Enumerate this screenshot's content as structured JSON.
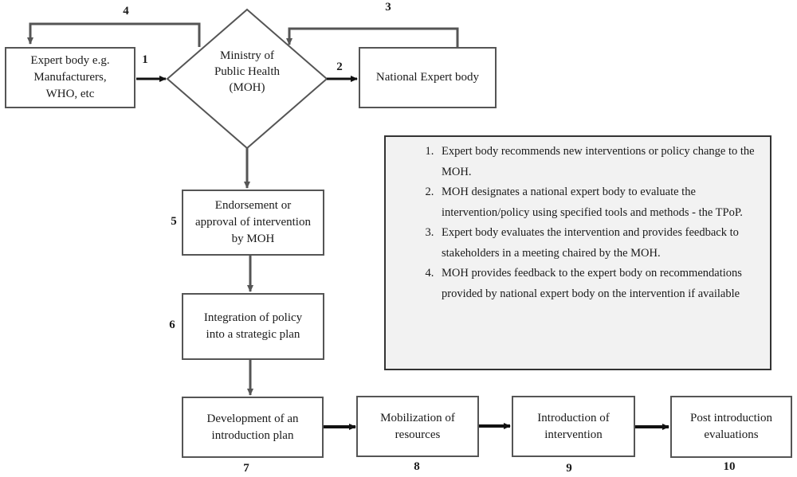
{
  "nodes": {
    "expert_body": "Expert body e.g.\nManufacturers,\nWHO, etc",
    "moh": "Ministry of\nPublic Health\n(MOH)",
    "national_expert": "National Expert body",
    "endorsement": "Endorsement or\napproval of intervention\nby MOH",
    "integration": "Integration of policy\ninto a strategic plan",
    "development": "Development of an\nintroduction plan",
    "mobilization": "Mobilization of\nresources",
    "introduction": "Introduction of\nintervention",
    "post": "Post introduction\nevaluations"
  },
  "step_numbers": {
    "n1": "1",
    "n2": "2",
    "n3": "3",
    "n4": "4",
    "n5": "5",
    "n6": "6",
    "n7": "7",
    "n8": "8",
    "n9": "9",
    "n10": "10"
  },
  "legend": [
    "Expert body recommends new interventions or policy change to the MOH.",
    "MOH designates a national expert body to evaluate the intervention/policy using specified tools and methods - the TPoP.",
    "Expert body evaluates the intervention and provides feedback to stakeholders in a meeting chaired by the MOH.",
    "MOH provides feedback to the expert body on recommendations provided by national expert body on the intervention if available"
  ]
}
